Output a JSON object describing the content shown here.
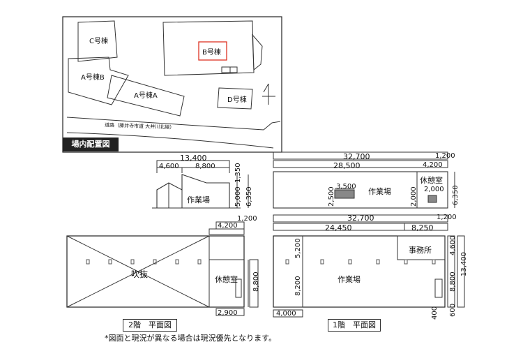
{
  "site_plan": {
    "label": "場内配置図",
    "buildings": {
      "c": "C号棟",
      "b": "B号棟",
      "a_b": "A号棟B",
      "a_a": "A号棟A",
      "d": "D号棟"
    },
    "road": "道路（藤井寺市道 大井川北線）"
  },
  "elevation_left": {
    "dims": {
      "total": "13,400",
      "left": "4,600",
      "right": "8,800",
      "h1": "1,350",
      "h2": "5,000",
      "h3": "6,350"
    },
    "room": "作業場"
  },
  "elevation_right": {
    "dims": {
      "total": "32,700",
      "extra": "1,200",
      "main": "28,500",
      "right": "4,200",
      "bay": "3,500",
      "h_left": "2,500",
      "h_mid": "2,000",
      "w_rest": "2,000",
      "h_total": "6,350"
    },
    "rooms": {
      "work": "作業場",
      "rest": "休憩室"
    }
  },
  "floor2": {
    "dims": {
      "extra": "1,200",
      "right": "4,200",
      "bottom": "2,900",
      "height": "8,800"
    },
    "rooms": {
      "void": "吹抜",
      "rest": "休憩室"
    },
    "title": "2階　平面図"
  },
  "floor1": {
    "dims": {
      "total": "32,700",
      "extra": "1,200",
      "left": "24,450",
      "right": "8,250",
      "top": "5,200",
      "mid": "8,200",
      "bottom_left": "4,000",
      "office_h": "4,600",
      "right_h": "8,800",
      "total_h": "13,400",
      "bottom_r": "600",
      "door": "400"
    },
    "rooms": {
      "office": "事務所",
      "work": "作業場"
    },
    "title": "1階　平面図"
  },
  "footnote": "*図面と現況が異なる場合は現況優先となります。"
}
